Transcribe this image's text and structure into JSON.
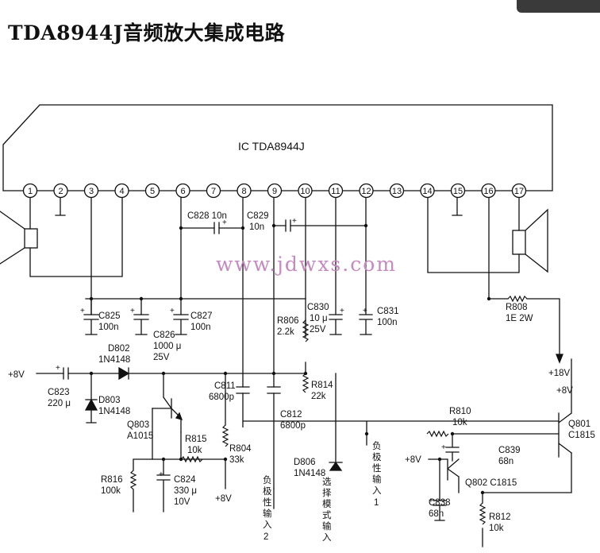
{
  "title": "TDA8944J音频放大集成电路",
  "watermark": "www.jdwxs.com",
  "ic": {
    "label": "IC  TDA8944J",
    "pins": [
      "1",
      "2",
      "3",
      "4",
      "5",
      "6",
      "7",
      "8",
      "9",
      "10",
      "11",
      "12",
      "13",
      "14",
      "15",
      "16",
      "17"
    ]
  },
  "components": {
    "C828": [
      "C828  10n"
    ],
    "C829": [
      "C829",
      "10n"
    ],
    "C825": [
      "C825",
      "100n"
    ],
    "C826": [
      "C826",
      "1000 μ",
      "25V"
    ],
    "C827": [
      "C827",
      "100n"
    ],
    "R806": [
      "R806",
      "2.2k"
    ],
    "C830": [
      "C830",
      "10 μ",
      "25V"
    ],
    "C831": [
      "C831",
      "100n"
    ],
    "R808": [
      "R808",
      "1E  2W"
    ],
    "D802": [
      "D802",
      "1N4148"
    ],
    "C823": [
      "C823",
      "220 μ"
    ],
    "D803": [
      "D803",
      "1N4148"
    ],
    "C811": [
      "C811",
      "6800p"
    ],
    "R814": [
      "R814",
      "22k"
    ],
    "C812": [
      "C812",
      "6800p"
    ],
    "R810": [
      "R810",
      "10k"
    ],
    "Q803": [
      "Q803",
      "A1015"
    ],
    "R815": [
      "R815",
      "10k"
    ],
    "R804": [
      "R804",
      "33k"
    ],
    "R816": [
      "R816",
      "100k"
    ],
    "C824": [
      "C824",
      "330 μ",
      "10V"
    ],
    "D806": [
      "D806",
      "1N4148"
    ],
    "Q801": [
      "Q801",
      "C1815"
    ],
    "C839": [
      "C839",
      "68n"
    ],
    "Q802": [
      "Q802  C1815"
    ],
    "C838": [
      "C838",
      "68n"
    ],
    "R812": [
      "R812",
      "10k"
    ]
  },
  "supplies": {
    "plus8_left": "+8V",
    "plus8_bottom": "+8V",
    "plus18": "+18V",
    "plus8_right": "+8V",
    "plus8_q802": "+8V"
  },
  "inputs": {
    "neg_input_2": [
      "负",
      "极",
      "性",
      "输",
      "入",
      "2"
    ],
    "mode_select_input": [
      "选",
      "择",
      "模",
      "式",
      "输",
      "入"
    ],
    "neg_input_1": [
      "负",
      "极",
      "性",
      "输",
      "入",
      "1"
    ]
  }
}
